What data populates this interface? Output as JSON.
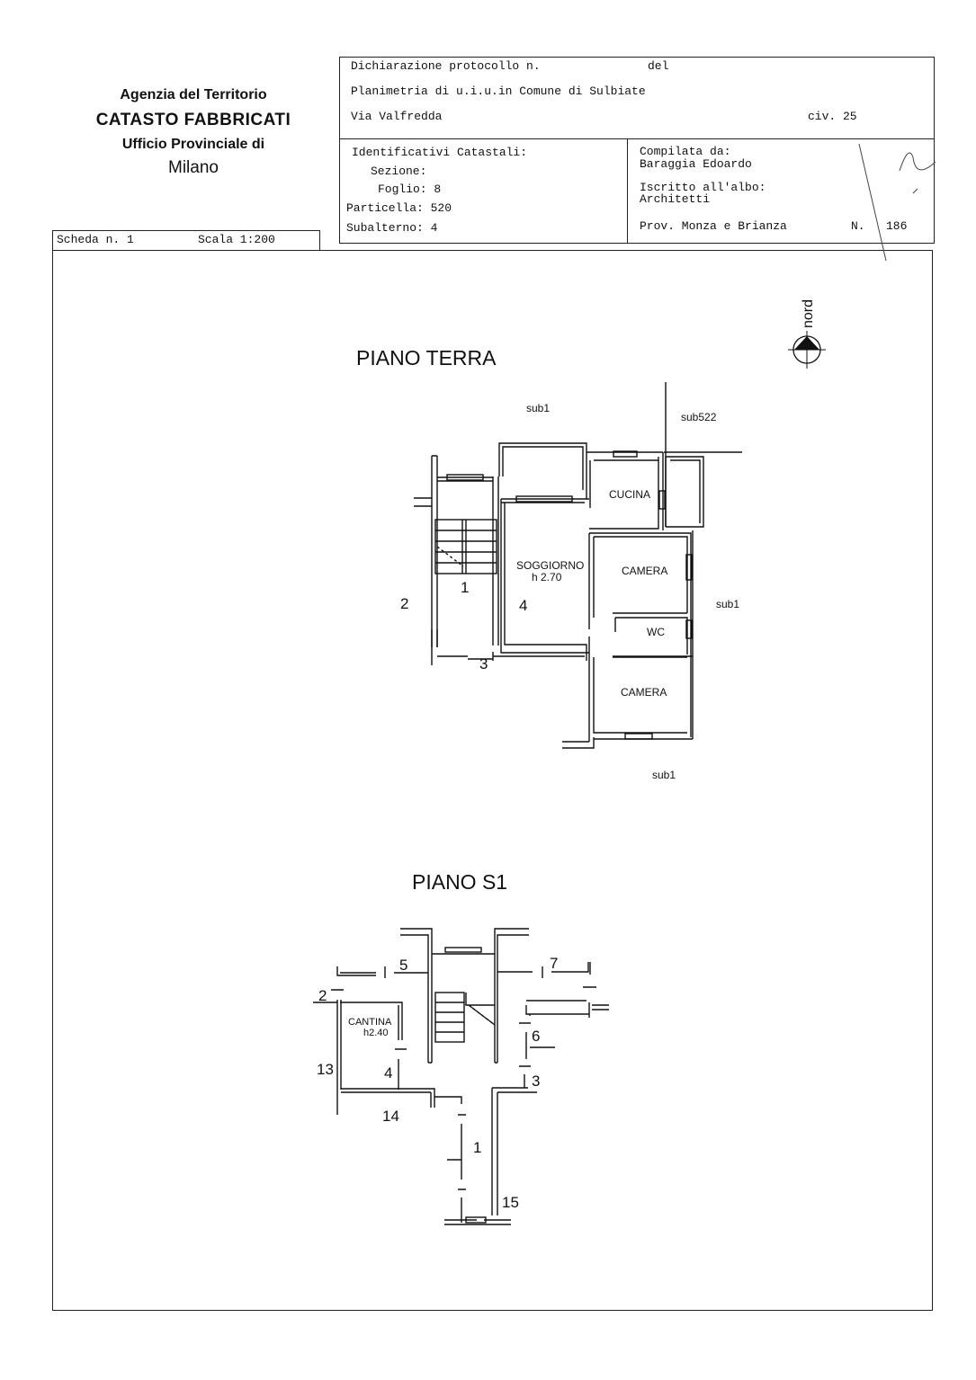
{
  "agency": {
    "line1": "Agenzia del Territorio",
    "line2": "CATASTO FABBRICATI",
    "line3": "Ufficio Provinciale di",
    "line4": "Milano"
  },
  "header": {
    "protocol_label": "Dichiarazione protocollo n.",
    "del_label": "del",
    "planimetria": "Planimetria di u.i.u.in Comune di Sulbiate",
    "address": "Via Valfredda",
    "civic": "civ. 25",
    "identificativi_label": "Identificativi Catastali:",
    "sezione": "Sezione:",
    "foglio": "Foglio: 8",
    "particella": "Particella: 520",
    "subalterno": "Subalterno: 4",
    "compilata_label": "Compilata da:",
    "compilata_name": "Baraggia Edoardo",
    "albo_label": "Iscritto all'albo:",
    "albo_value": "Architetti",
    "prov": "Prov. Monza e Brianza",
    "n_label": "N.",
    "n_value": "186"
  },
  "scheda": {
    "label": "Scheda n. 1",
    "scale": "Scala 1:200"
  },
  "north_label": "nord",
  "piano_terra": {
    "title": "PIANO TERRA",
    "labels": {
      "sub1_top": "sub1",
      "sub522": "sub522",
      "sub1_right": "sub1",
      "sub1_bottom": "sub1",
      "cucina": "CUCINA",
      "soggiorno": "SOGGIORNO",
      "soggiorno_h": "h 2.70",
      "camera1": "CAMERA",
      "wc": "WC",
      "camera2": "CAMERA",
      "n1": "1",
      "n2": "2",
      "n3": "3",
      "n4": "4"
    }
  },
  "piano_s1": {
    "title": "PIANO S1",
    "labels": {
      "cantina": "CANTINA",
      "cantina_h": "h2.40",
      "n1": "1",
      "n2": "2",
      "n3": "3",
      "n4": "4",
      "n5": "5",
      "n6": "6",
      "n7": "7",
      "n13": "13",
      "n14": "14",
      "n15": "15"
    }
  }
}
